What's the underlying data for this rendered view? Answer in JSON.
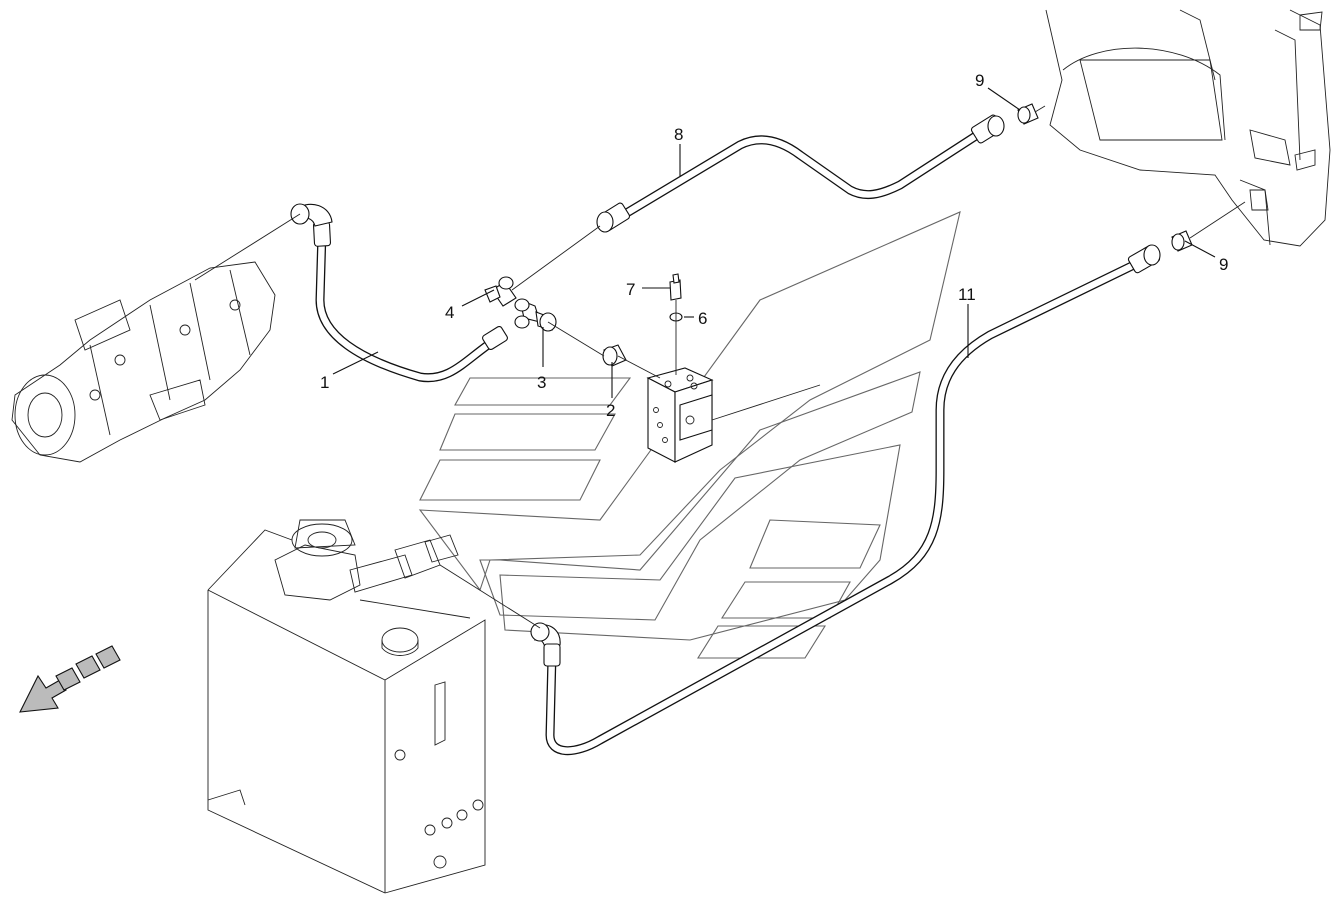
{
  "callouts": {
    "c1": "1",
    "c2": "2",
    "c3": "3",
    "c4": "4",
    "c6": "6",
    "c7": "7",
    "c8": "8",
    "c9a": "9",
    "c9b": "9",
    "c11": "11"
  },
  "colors": {
    "line": "#111111",
    "ghost": "#666666",
    "arrow_fill": "#bbbbbb"
  }
}
